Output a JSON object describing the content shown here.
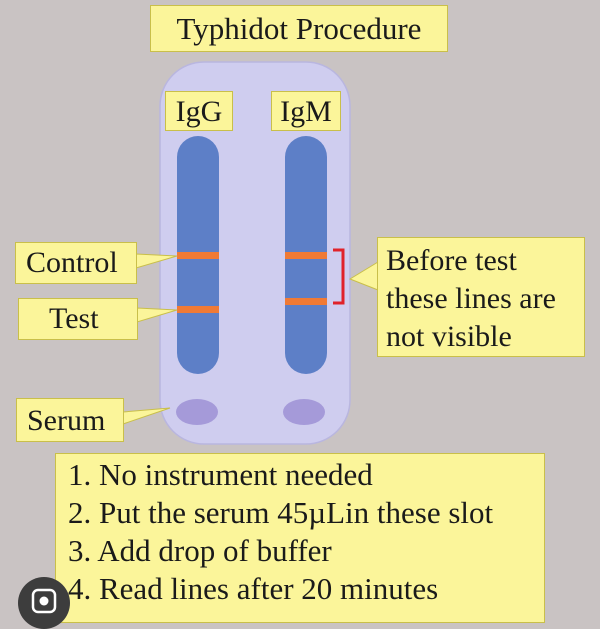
{
  "title": "Typhidot Procedure",
  "strips": {
    "igg_label": "IgG",
    "igm_label": "IgM"
  },
  "callouts": {
    "control": "Control",
    "test": "Test",
    "serum": "Serum",
    "before_test": "Before test these lines are not visible"
  },
  "steps": [
    "1. No instrument needed",
    "2. Put the serum 45µLin these slot",
    "3. Add drop of buffer",
    "4. Read lines after 20 minutes"
  ],
  "colors": {
    "background": "#c9c3c3",
    "cassette": "#cfcdef",
    "strip": "#5d7fc7",
    "band": "#f07a35",
    "serum_well": "#a59ad9",
    "label_box": "#fbf59a",
    "bracket": "#e0222a"
  },
  "icons": {
    "corner_badge": "lens-icon"
  }
}
